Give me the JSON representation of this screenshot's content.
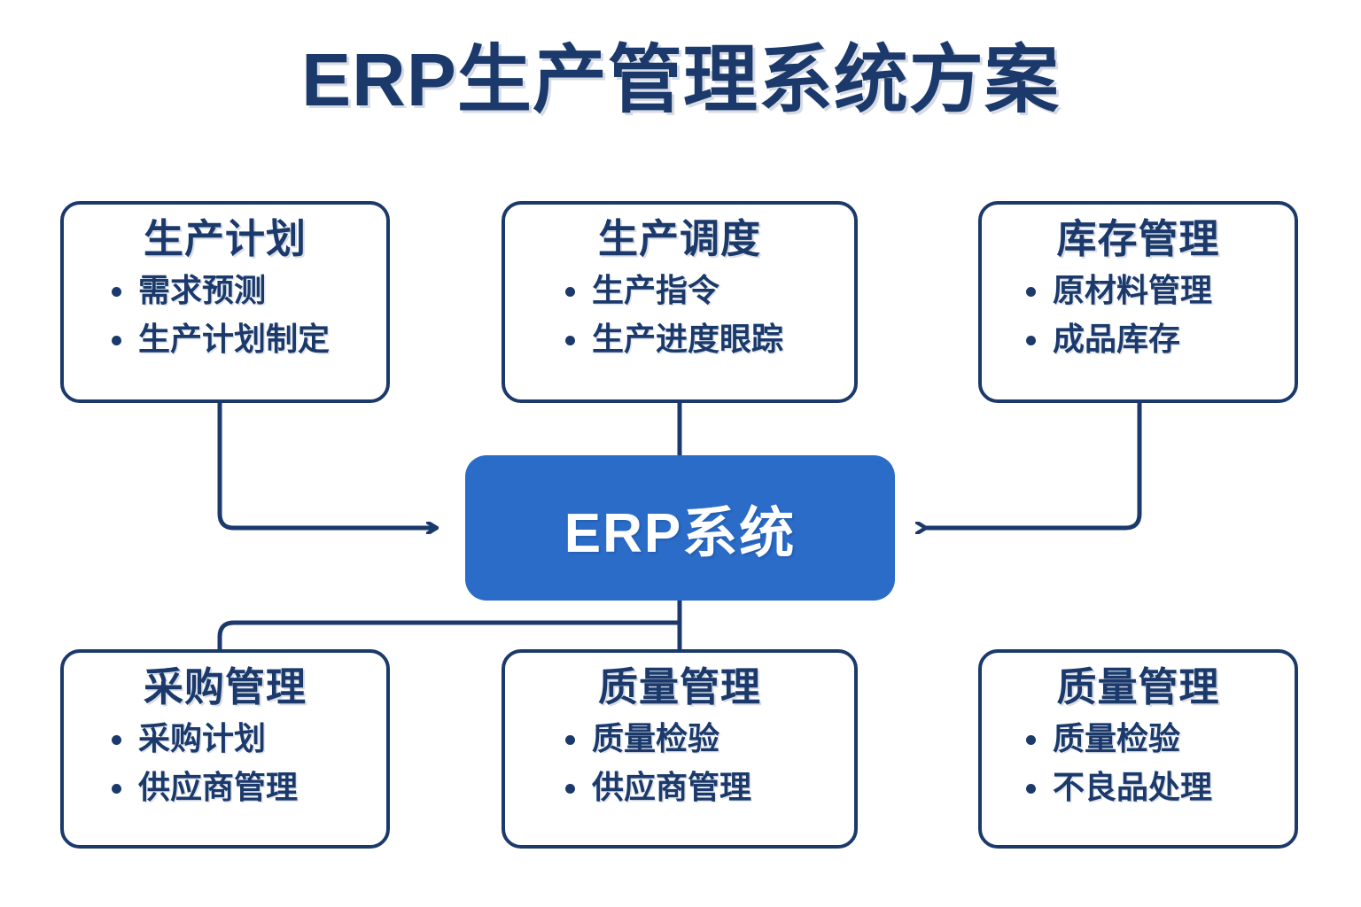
{
  "title": "ERP生产管理系统方案",
  "colors": {
    "navy": "#1B3A6B",
    "accent_blue": "#2A6CC8",
    "background": "#FFFFFF",
    "core_text": "#FFFFFF"
  },
  "core": {
    "label": "ERP系统"
  },
  "nodes": [
    {
      "id": "production-plan",
      "title": "生产计划",
      "bullets": [
        "需求预测",
        "生产计划制定"
      ]
    },
    {
      "id": "production-scheduling",
      "title": "生产调度",
      "bullets": [
        "生产指令",
        "生产进度眼踪"
      ]
    },
    {
      "id": "inventory-management",
      "title": "库存管理",
      "bullets": [
        "原材料管理",
        "成品库存"
      ]
    },
    {
      "id": "purchasing-management",
      "title": "采购管理",
      "bullets": [
        "采购计划",
        "供应商管理"
      ]
    },
    {
      "id": "quality-management-1",
      "title": "质量管理",
      "bullets": [
        "质量检验",
        "供应商管理"
      ]
    },
    {
      "id": "quality-management-2",
      "title": "质量管理",
      "bullets": [
        "质量检验",
        "不良品处理"
      ]
    }
  ],
  "connectors": [
    {
      "name": "plan-to-core",
      "from": "production-plan",
      "to": "core",
      "arrow": "right"
    },
    {
      "name": "scheduling-to-core",
      "from": "production-scheduling",
      "to": "core",
      "arrow": "none"
    },
    {
      "name": "inventory-to-core",
      "from": "inventory-management",
      "to": "core",
      "arrow": "left"
    },
    {
      "name": "core-to-purchasing",
      "from": "core",
      "to": "purchasing-management",
      "arrow": "none"
    },
    {
      "name": "core-to-quality",
      "from": "core",
      "to": "quality-management-1",
      "arrow": "none"
    }
  ]
}
